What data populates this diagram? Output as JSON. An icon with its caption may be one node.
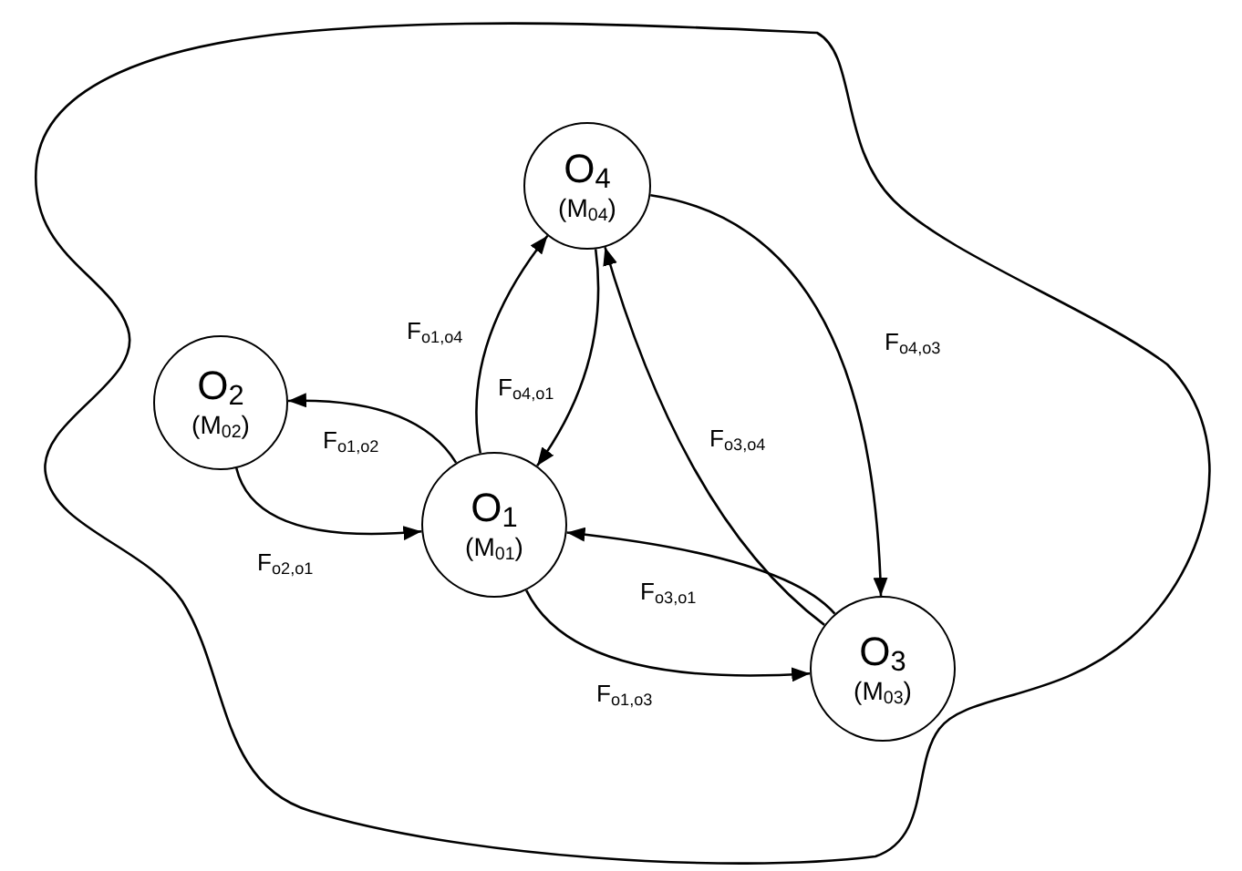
{
  "diagram": {
    "nodes": [
      {
        "text": [],
        "shape": "cloud"
      },
      {
        "text": [
          "O$_{4}$",
          "(M$_{04}$)"
        ],
        "in": 0
      },
      {
        "text": [
          "O$_{2}$",
          "(M$_{02}$)"
        ],
        "in": 0
      },
      {
        "text": [
          "O$_{1}$",
          "(M$_{01}$)"
        ],
        "in": 0
      },
      {
        "text": [
          "O$_{3}$",
          "(M$_{03}$)"
        ],
        "in": 0
      }
    ],
    "edges": [
      {
        "from": 3,
        "to": 1,
        "arrow": "to",
        "label": "F$_{o1,o4}$"
      },
      {
        "from": 1,
        "to": 3,
        "arrow": "to",
        "label": "F$_{o4,o1}$"
      },
      {
        "from": 3,
        "to": 2,
        "arrow": "to",
        "label": "F$_{o1,o2}$"
      },
      {
        "from": 2,
        "to": 3,
        "arrow": "to",
        "label": "F$_{o2,o1}$"
      },
      {
        "from": 4,
        "to": 3,
        "arrow": "to",
        "label": "F$_{o3,o1}$"
      },
      {
        "from": 3,
        "to": 4,
        "arrow": "to",
        "label": "F$_{o1,o3}$"
      },
      {
        "from": 4,
        "to": 1,
        "arrow": "to",
        "label": "F$_{o3,o4}$"
      },
      {
        "from": 1,
        "to": 4,
        "arrow": "to",
        "label": "F$_{o4,o3}$"
      }
    ]
  }
}
